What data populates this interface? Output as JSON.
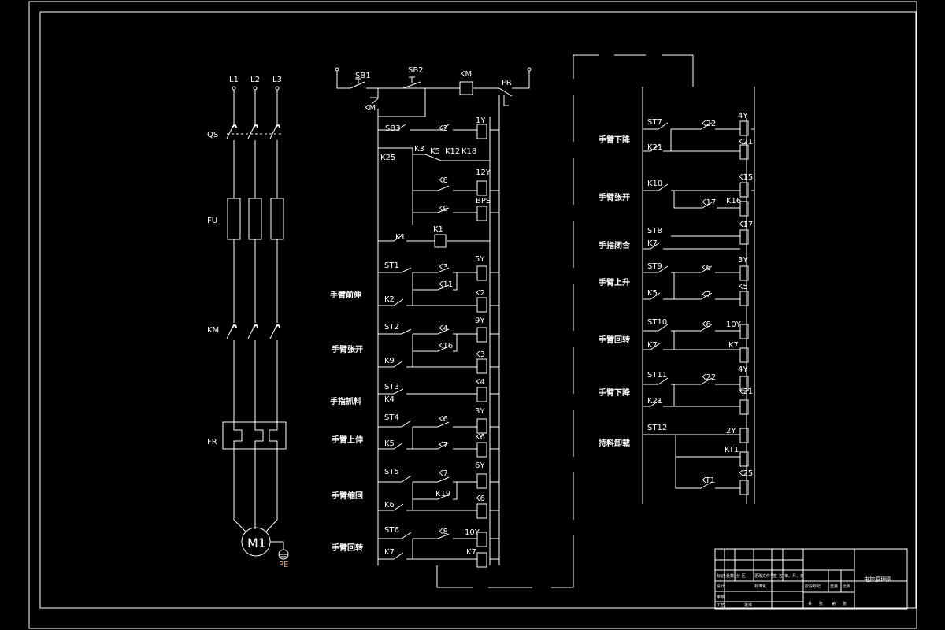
{
  "power": {
    "phases": [
      "L1",
      "L2",
      "L3"
    ],
    "devices": [
      "QS",
      "FU",
      "KM",
      "FR"
    ],
    "motor": "M1",
    "ground": "PE"
  },
  "control": {
    "header": [
      "SB1",
      "SB2",
      "KM",
      "FR",
      "KM"
    ],
    "labels": [
      "SB3",
      "K2",
      "1Y",
      "K3",
      "K5",
      "K12",
      "K18",
      "K25",
      "K8",
      "12Y",
      "K9",
      "BPS",
      "K1",
      "K1",
      "ST1",
      "K3",
      "5Y",
      "K11",
      "K2",
      "K2",
      "ST2",
      "K4",
      "9Y",
      "K16",
      "K9",
      "K3",
      "ST3",
      "K4",
      "K4",
      "ST4",
      "K6",
      "3Y",
      "K5",
      "K7",
      "K6",
      "ST5",
      "K7",
      "6Y",
      "K19",
      "K6",
      "K6",
      "ST6",
      "K8",
      "10Y",
      "K7",
      "K7"
    ],
    "functions": [
      "手臂前伸",
      "手臂张开",
      "手指抓料",
      "手臂上伸",
      "手臂缩回",
      "手臂回转"
    ]
  },
  "right_control": {
    "labels": [
      "ST7",
      "K22",
      "4Y",
      "K21",
      "K21",
      "K10",
      "K15",
      "K17",
      "K16",
      "ST8",
      "K7",
      "K17",
      "ST9",
      "K6",
      "3Y",
      "K5",
      "K7",
      "K5",
      "ST10",
      "K8",
      "10Y",
      "K7",
      "K7",
      "ST11",
      "K22",
      "4Y",
      "K21",
      "ST12",
      "2Y",
      "KT1",
      "KT1",
      "K25"
    ],
    "functions": [
      "手臂下降",
      "手臂张开",
      "手指闭合",
      "手臂上升",
      "手臂回转",
      "手臂下降",
      "持料卸载"
    ]
  },
  "title_block": {
    "title": "电控原理图",
    "cells": [
      "标记",
      "处数",
      "分 区",
      "更改文件号",
      "签 名",
      "年、月、日",
      "设计",
      "标准化",
      "阶段标记",
      "重量",
      "比例",
      "审核",
      "工艺",
      "批准",
      "共",
      "张",
      "第",
      "张"
    ]
  }
}
